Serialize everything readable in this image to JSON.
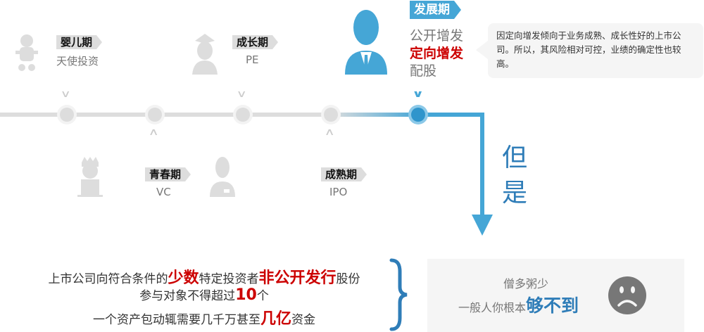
{
  "stages": [
    {
      "name": "婴儿期",
      "sub": "天使投资",
      "icon": "baby-icon"
    },
    {
      "name": "青春期",
      "sub": "VC",
      "icon": "teen-icon"
    },
    {
      "name": "成长期",
      "sub": "PE",
      "icon": "graduate-icon"
    },
    {
      "name": "成熟期",
      "sub": "IPO",
      "icon": "adult-icon"
    },
    {
      "name": "发展期",
      "icon": "businessman-icon",
      "methods": [
        "公开增发",
        "定向增发",
        "配股"
      ]
    }
  ],
  "tooltip": "因定向增发倾向于业务成熟、成长性好的上市公司。所以，其风险相对可控，业绩的确定性也较高。",
  "but": [
    "但",
    "是"
  ],
  "definition": {
    "line1": [
      "上市公司向符合条件的",
      "少数",
      "特定投资者",
      "非公开发行",
      "股份"
    ],
    "line2": [
      "参与对象不得超过",
      "10",
      "个"
    ],
    "line3": [
      "一个资产包动辄需要几千万甚至",
      "几亿",
      "资金"
    ]
  },
  "conclusion": {
    "line1": "僧多粥少",
    "line2": "一般人你根本",
    "emphasis": "够不到"
  },
  "colors": {
    "blue": "#45a6d6",
    "red": "#cc0000",
    "gray": "#dddddd"
  }
}
